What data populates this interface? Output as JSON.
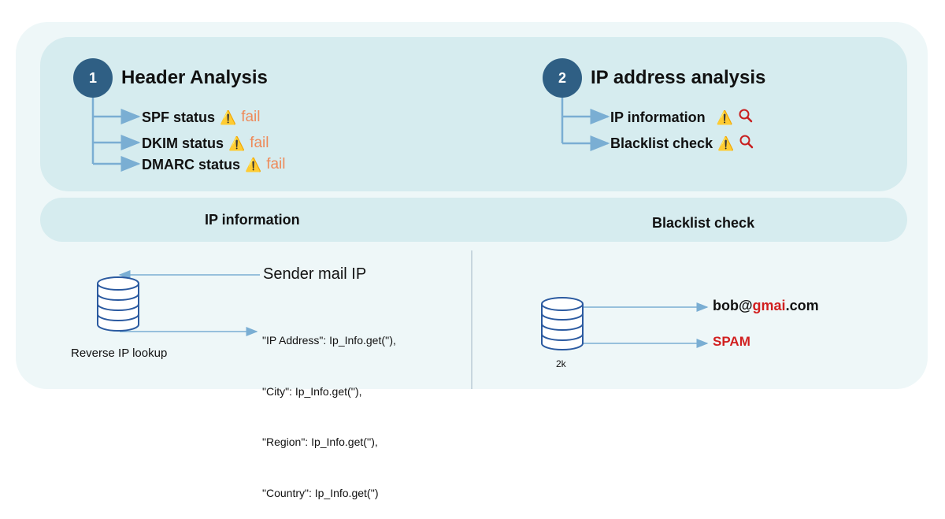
{
  "header_analysis": {
    "number": "1",
    "title": "Header Analysis",
    "items": [
      {
        "label": "SPF status",
        "result": "fail"
      },
      {
        "label": "DKIM status",
        "result": "fail"
      },
      {
        "label": "DMARC status",
        "result": "fail"
      }
    ]
  },
  "ip_analysis": {
    "number": "2",
    "title": "IP address analysis",
    "items": [
      {
        "label": "IP information"
      },
      {
        "label": "Blacklist check"
      }
    ]
  },
  "sections": {
    "left_title": "IP information",
    "right_title": "Blacklist check"
  },
  "ip_information": {
    "source": "Sender mail IP",
    "db_caption": "Reverse IP lookup",
    "fields": [
      "\"IP Address\": Ip_Info.get(''),",
      "\"City\": Ip_Info.get(''),",
      "\"Region\": Ip_Info.get(''),",
      "\"Country\": Ip_Info.get('')"
    ]
  },
  "blacklist": {
    "db_caption": "2k",
    "email_prefix": "bob@",
    "email_domain": "gmai",
    "email_suffix": ".com",
    "verdict": "SPAM"
  },
  "colors": {
    "badge": "#2f5f84",
    "fail": "#ee8a59",
    "connector": "#7aaed3",
    "spam": "#d11f1f",
    "panel": "#d6ecef",
    "outer": "#eef7f8"
  },
  "icons": {
    "warning": "warning-icon",
    "search": "magnifier-icon",
    "database": "database-icon"
  }
}
